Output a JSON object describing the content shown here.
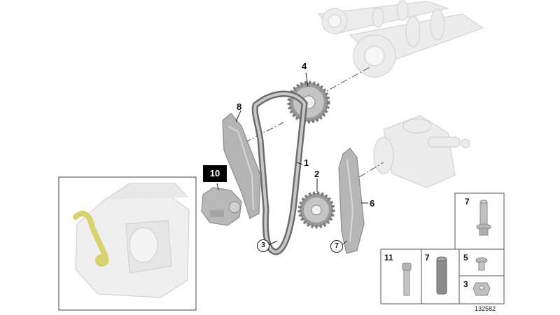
{
  "callouts": {
    "c1": "1",
    "c2": "2",
    "c4": "4",
    "c6": "6",
    "c8": "8",
    "c10": "10",
    "c3_circle": "3",
    "c7_circle": "7"
  },
  "parts_grid": {
    "bolt_7": "7",
    "bolt_11": "11",
    "sleeve_7": "7",
    "screw_5": "5",
    "nut_3": "3"
  },
  "image_id": "132582",
  "colors": {
    "part_gray": "#b5b5b5",
    "ghost_gray": "#e3e3e3",
    "highlight": "#d8d170",
    "frame": "#444444"
  }
}
